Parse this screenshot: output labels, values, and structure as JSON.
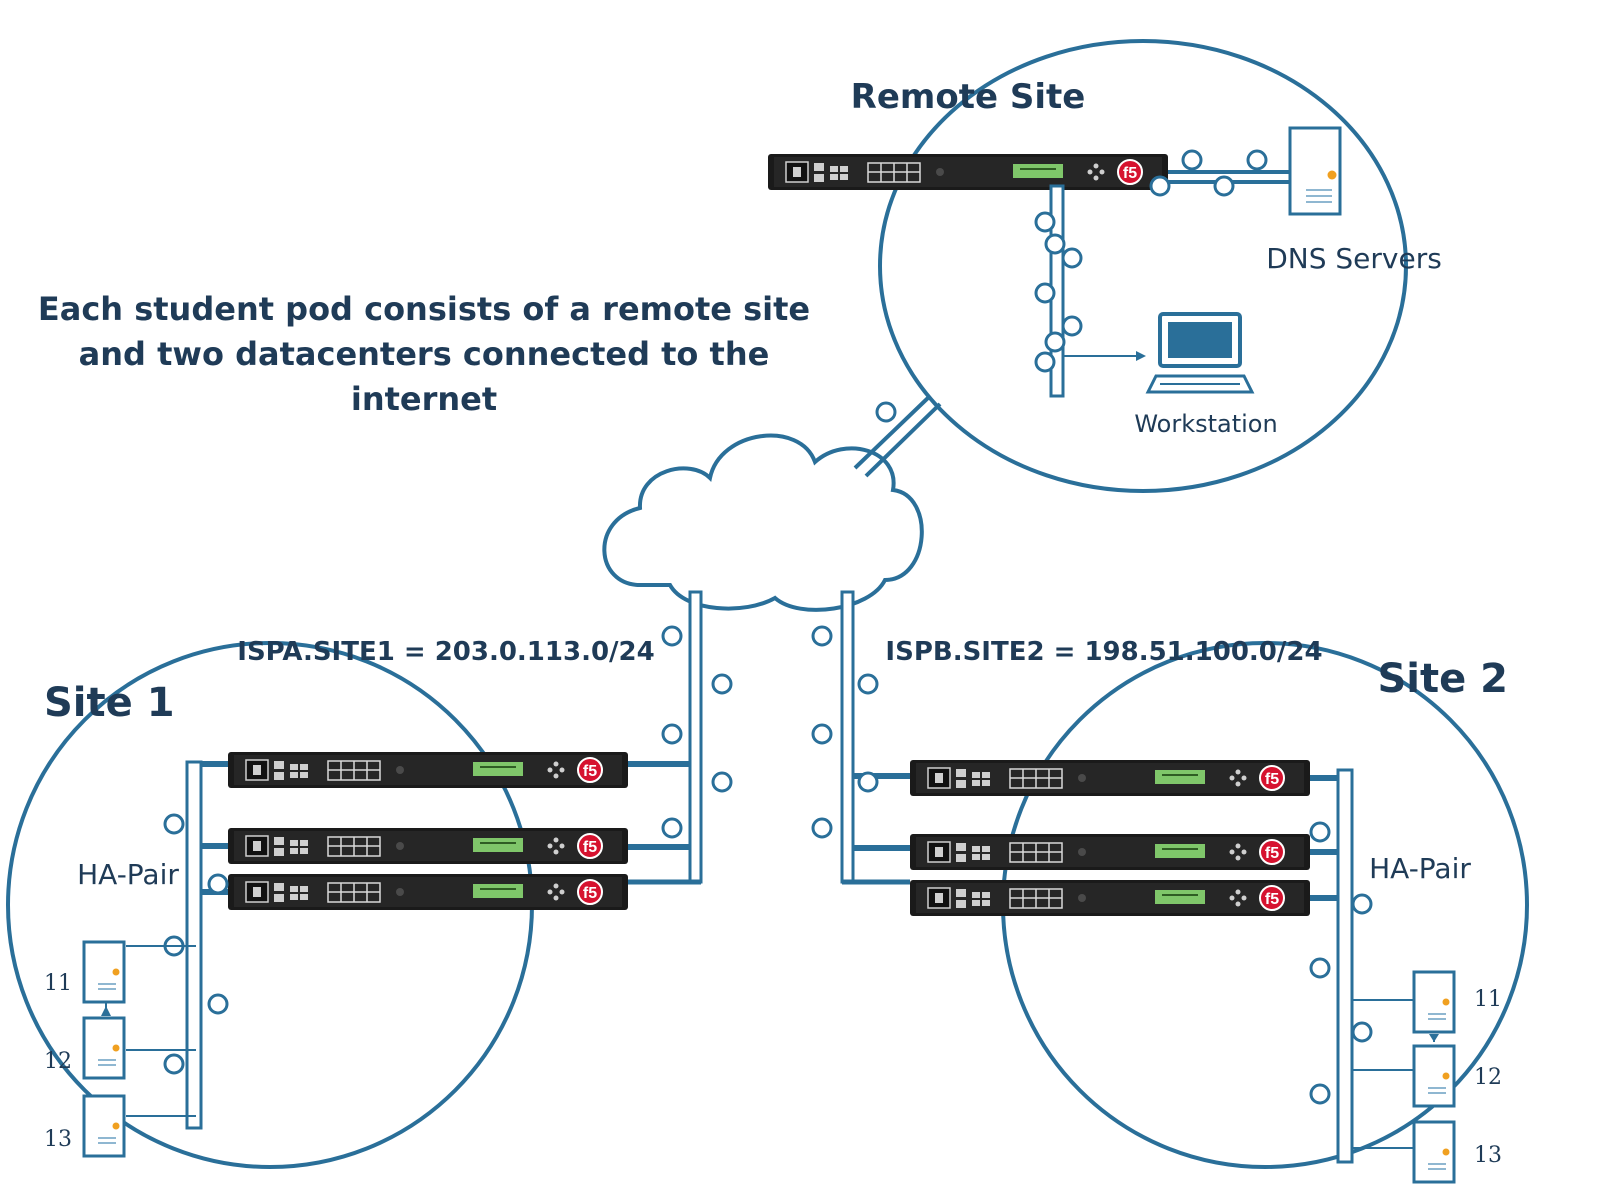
{
  "title_lines": [
    "Each student pod consists of a remote site",
    "and two datacenters connected to the",
    "internet"
  ],
  "remote_site": {
    "label": "Remote Site",
    "dns_label": "DNS Servers",
    "workstation_label": "Workstation"
  },
  "site1": {
    "label": "Site 1",
    "network": "ISPA.SITE1 = 203.0.113.0/24",
    "ha_label": "HA-Pair",
    "servers": [
      "11",
      "12",
      "13"
    ]
  },
  "site2": {
    "label": "Site 2",
    "network": "ISPB.SITE2 = 198.51.100.0/24",
    "ha_label": "HA-Pair",
    "servers": [
      "11",
      "12",
      "13"
    ]
  },
  "device_badge": "f5",
  "colors": {
    "line": "#2a6f99",
    "text": "#1f3b57",
    "device": "#1a1a1a",
    "lcd": "#7fc66a",
    "badge": "#d6122f",
    "server_dot": "#f0a020"
  },
  "icons": [
    "cloud-icon",
    "f5-appliance-icon",
    "server-icon",
    "workstation-icon",
    "link-ring-icon"
  ]
}
